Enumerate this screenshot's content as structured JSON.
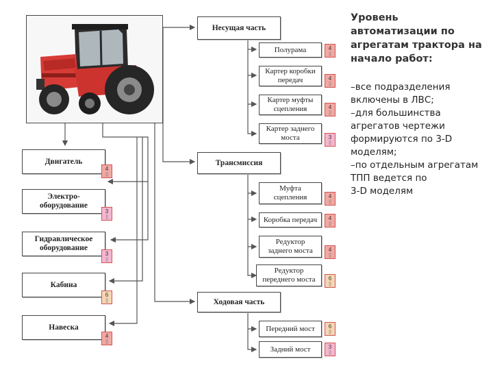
{
  "side_text": {
    "title": "Уровень\n автоматизации по агрегатам трактора на начало работ:",
    "body": "–все подразделения включены в ЛВС;\n–для большинства\n агрегатов чертежи формируются по 3-D моделям;\n–по отдельным агрегатам ТПП ведется по\n3-D моделям"
  },
  "diagram": {
    "image": {
      "name": "tractor-image",
      "label": ""
    },
    "left_boxes": [
      {
        "id": "engine",
        "label": "Двигатель",
        "level": "4",
        "sub": "[]"
      },
      {
        "id": "electrical",
        "label": "Электро-\nоборудование",
        "level": "3",
        "sub": "[]"
      },
      {
        "id": "hydraulic",
        "label": "Гидравлическое\nоборудование",
        "level": "3",
        "sub": "[]"
      },
      {
        "id": "cabin",
        "label": "Кабина",
        "level": "6",
        "sub": "[]"
      },
      {
        "id": "hitch",
        "label": "Навеска",
        "level": "4",
        "sub": "[]"
      }
    ],
    "groups": [
      {
        "id": "chassis-frame",
        "label": "Несущая часть",
        "children": [
          {
            "id": "half-frame",
            "label": "Полурама",
            "level": "4",
            "sub": "[]"
          },
          {
            "id": "gearbox-case",
            "label": "Картер коробки\nпередач",
            "level": "4",
            "sub": "[]"
          },
          {
            "id": "clutch-case",
            "label": "Картер муфты\nсцепления",
            "level": "4",
            "sub": "[]"
          },
          {
            "id": "rear-axle-case",
            "label": "Картер заднего\nмоста",
            "level": "3",
            "sub": "[]"
          }
        ]
      },
      {
        "id": "transmission",
        "label": "Трансмиссия",
        "children": [
          {
            "id": "clutch",
            "label": "Муфта\nсцепления",
            "level": "4",
            "sub": "[]"
          },
          {
            "id": "gearbox",
            "label": "Коробка передач",
            "level": "4",
            "sub": "[]"
          },
          {
            "id": "rear-reducer",
            "label": "Редуктор\nзаднего моста",
            "level": "4",
            "sub": "[]"
          },
          {
            "id": "front-reducer",
            "label": "Редуктор\nпереднего моста",
            "level": "6",
            "sub": "[]"
          }
        ]
      },
      {
        "id": "running-gear",
        "label": "Ходовая часть",
        "children": [
          {
            "id": "front-axle",
            "label": "Передний мост",
            "level": "6",
            "sub": "[]"
          },
          {
            "id": "rear-axle",
            "label": "Задний мост",
            "level": "3",
            "sub": "[]"
          }
        ]
      }
    ]
  },
  "colors": {
    "level_4": "#f2a8a2",
    "level_3": "#f5b6cf",
    "level_6": "#f6d6b4",
    "line": "#555555"
  }
}
